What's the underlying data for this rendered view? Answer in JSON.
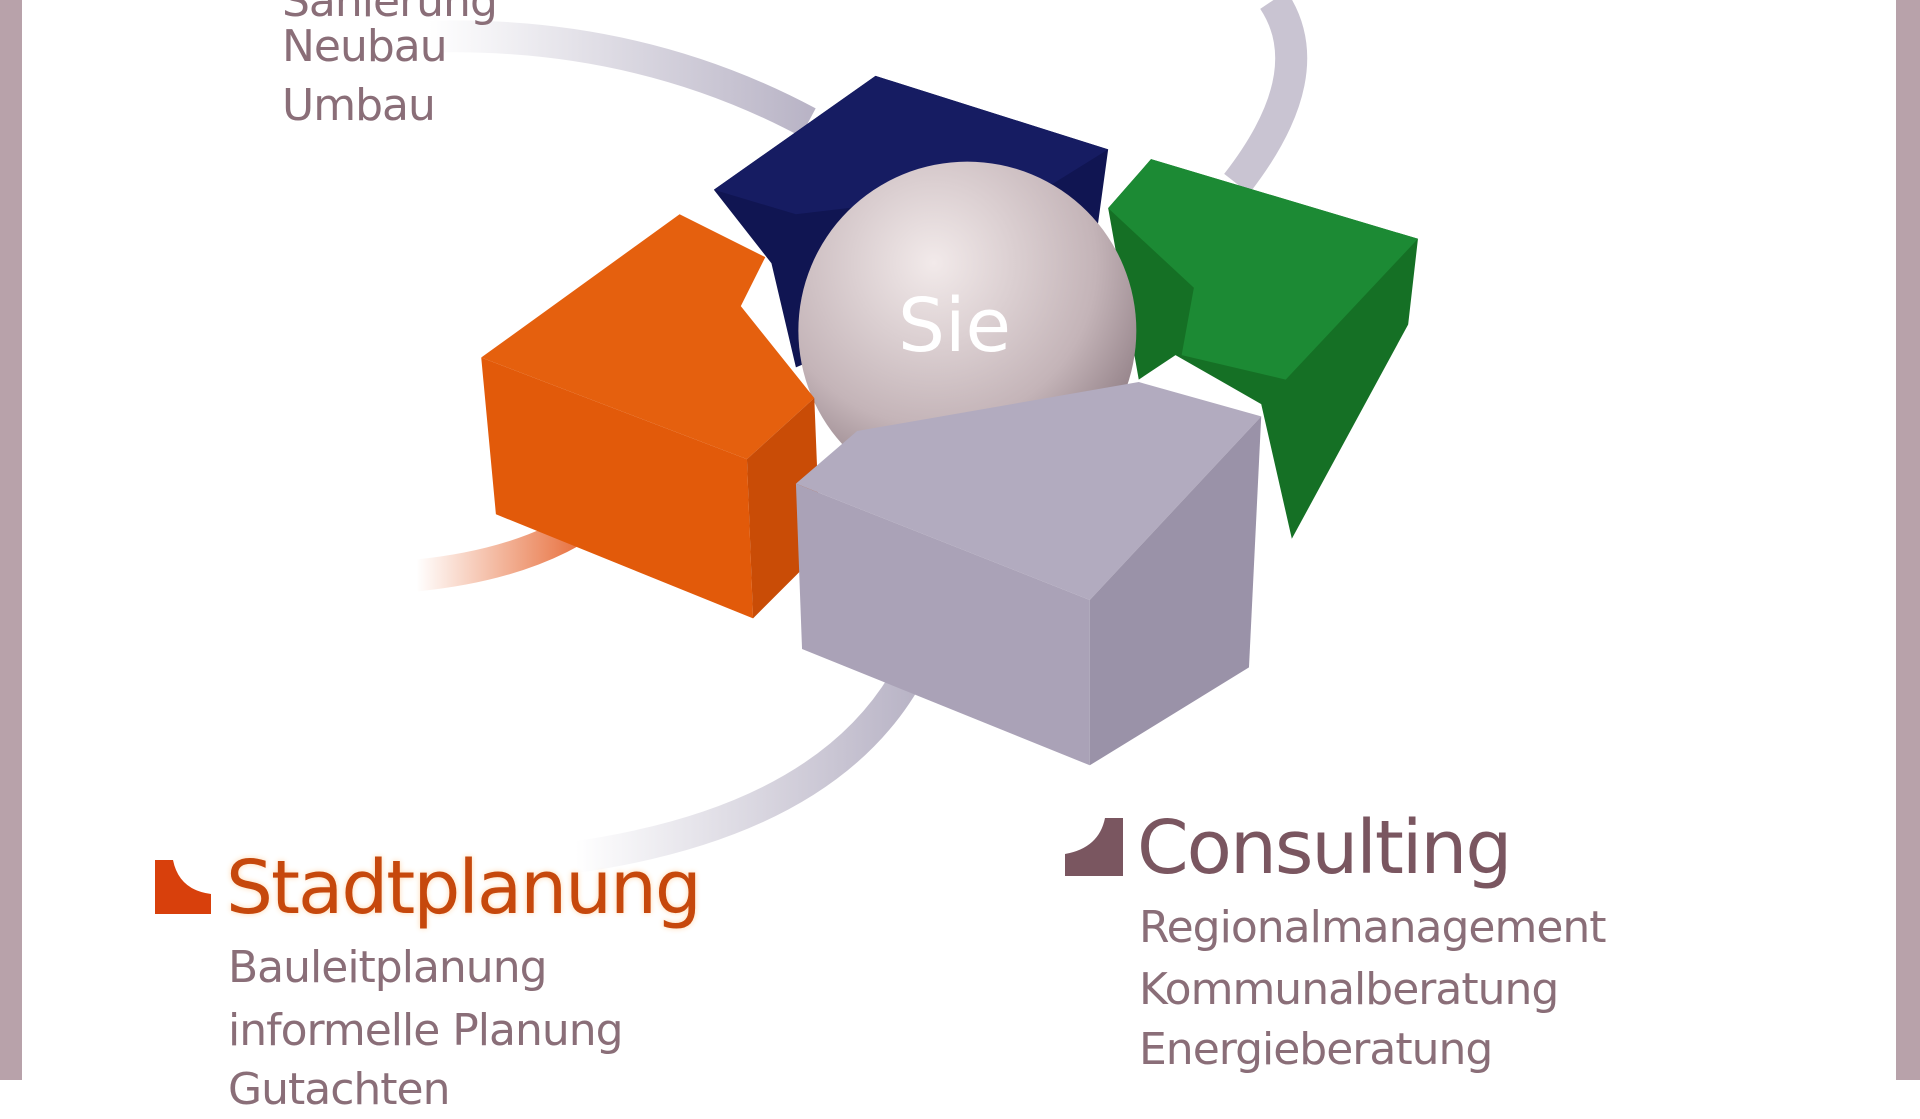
{
  "center_label": "Sie",
  "planung_bau": {
    "items": [
      "Sanierung",
      "Neubau",
      "Umbau"
    ]
  },
  "stadtplanung": {
    "title": "Stadtplanung",
    "items": [
      "Bauleitplanung",
      "informelle Planung",
      "Gutachten"
    ]
  },
  "consulting": {
    "title": "Consulting",
    "items": [
      "Regionalmanagement",
      "Kommunalberatung",
      "Energieberatung"
    ]
  },
  "colors": {
    "navy": "#101552",
    "green": "#17802e",
    "orange": "#e05a0a",
    "grey": "#a8a0b6",
    "text": "#8a6e78",
    "stadt": "#c6480c",
    "frame": "#b8a2aa"
  }
}
